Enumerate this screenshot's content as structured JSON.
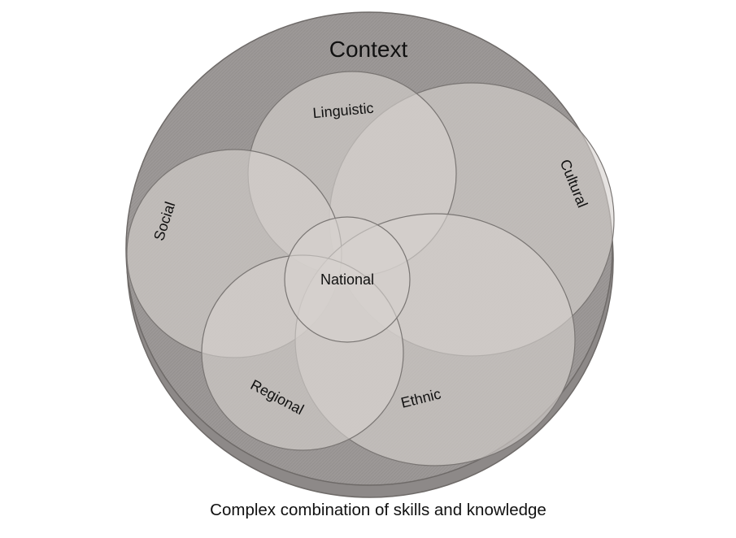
{
  "diagram": {
    "outer_label": "Context",
    "circles": {
      "linguistic": "Linguistic",
      "cultural": "Cultural",
      "social": "Social",
      "national": "National",
      "regional": "Regional",
      "ethnic": "Ethnic"
    },
    "caption": "Complex combination of skills and knowledge"
  },
  "colors": {
    "outer_fill": "#9c9897",
    "inner_fill": "#d6d2cf",
    "stroke": "#7a7674",
    "text": "#111111"
  }
}
